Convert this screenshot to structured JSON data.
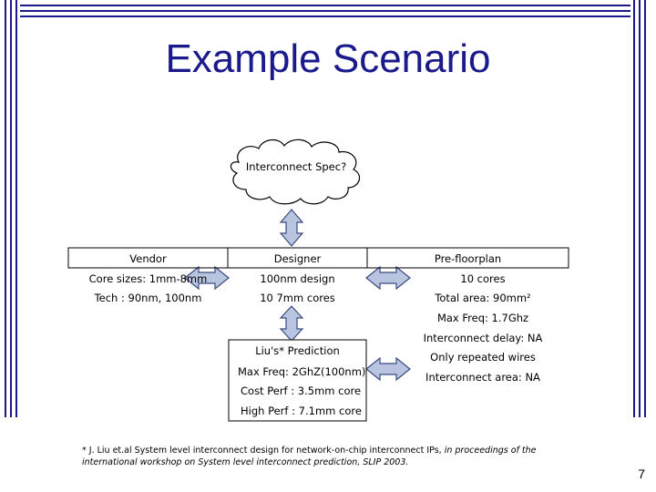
{
  "slide": {
    "title": "Example Scenario",
    "page_number": "7"
  },
  "cloud": {
    "label": "Interconnect Spec?"
  },
  "table": {
    "headers": [
      "Vendor",
      "Designer",
      "Pre-floorplan"
    ],
    "vendor": [
      "Core sizes: 1mm-8mm",
      "Tech : 90nm, 100nm"
    ],
    "designer": [
      "100nm design",
      "10 7mm cores"
    ],
    "prefloorplan": [
      "10 cores",
      "Total area: 90mm²",
      "Max Freq: 1.7Ghz",
      "Interconnect delay: NA"
    ]
  },
  "prediction": {
    "title": "Liu's* Prediction",
    "lines": [
      "Max Freq: 2GhZ(100nm)",
      "Cost Perf : 3.5mm core",
      "High Perf : 7.1mm core"
    ]
  },
  "right_notes": [
    "Only repeated wires",
    "Interconnect area: NA"
  ],
  "footnote": {
    "normal": "* J. Liu et.al System level interconnect design for network-on-chip interconnect IPs,",
    "italic": " in proceedings of the international workshop on System level interconnect prediction, SLIP 2003."
  },
  "colors": {
    "frame_blue": "#1a1a8c",
    "arrow_fill": "#b8c4e0",
    "arrow_stroke": "#3a4a80"
  }
}
